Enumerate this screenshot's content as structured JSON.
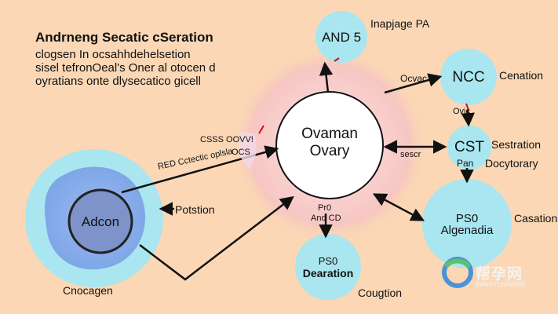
{
  "colors": {
    "background": "#fbd7b5",
    "node_fill": "#a9e6f0",
    "arrow": "#111111",
    "accent_red": "#cc1111",
    "cell_blue": "#7fa6e8"
  },
  "header": {
    "title": "Andrneng Secatic cSeration",
    "lines": [
      "clogsen In ocsahhdehelsetion",
      "sisel tefronOeal's Oner al otocen d",
      "oyratians onte dlysecatico gicell"
    ]
  },
  "center": {
    "line1": "Ovaman",
    "line2": "Ovary"
  },
  "nodes": {
    "and5": {
      "label": "AND 5",
      "side_label": "Inapjage PA"
    },
    "ncc": {
      "label": "NCC",
      "side_label": "Cenation",
      "arrow_label": "Ocvac",
      "below_label": "Ovic"
    },
    "cst": {
      "label": "CST",
      "sub_label": "Pan",
      "side_label1": "Sestration",
      "side_label2": "Docytorary",
      "arrow_label": "sescr"
    },
    "ps0_right": {
      "line1": "PS0",
      "line2": "Algenadia",
      "side_label": "Casation"
    },
    "ps0_bottom": {
      "line1": "PS0",
      "line2": "Dearation",
      "side_label": "Cougtion",
      "top_label1": "Pr0",
      "top_label2": "And CD"
    },
    "cell": {
      "label": "Adcon",
      "bottom_label": "Cnocagen"
    }
  },
  "labels": {
    "position": "Potstion",
    "css_label": "CSSS OOVV!",
    "ocs_label": "OCS",
    "red_label": "RED Cctectic oplsla"
  },
  "watermark": {
    "text": "帮孕网",
    "sub": "BANGYUNWANG"
  }
}
